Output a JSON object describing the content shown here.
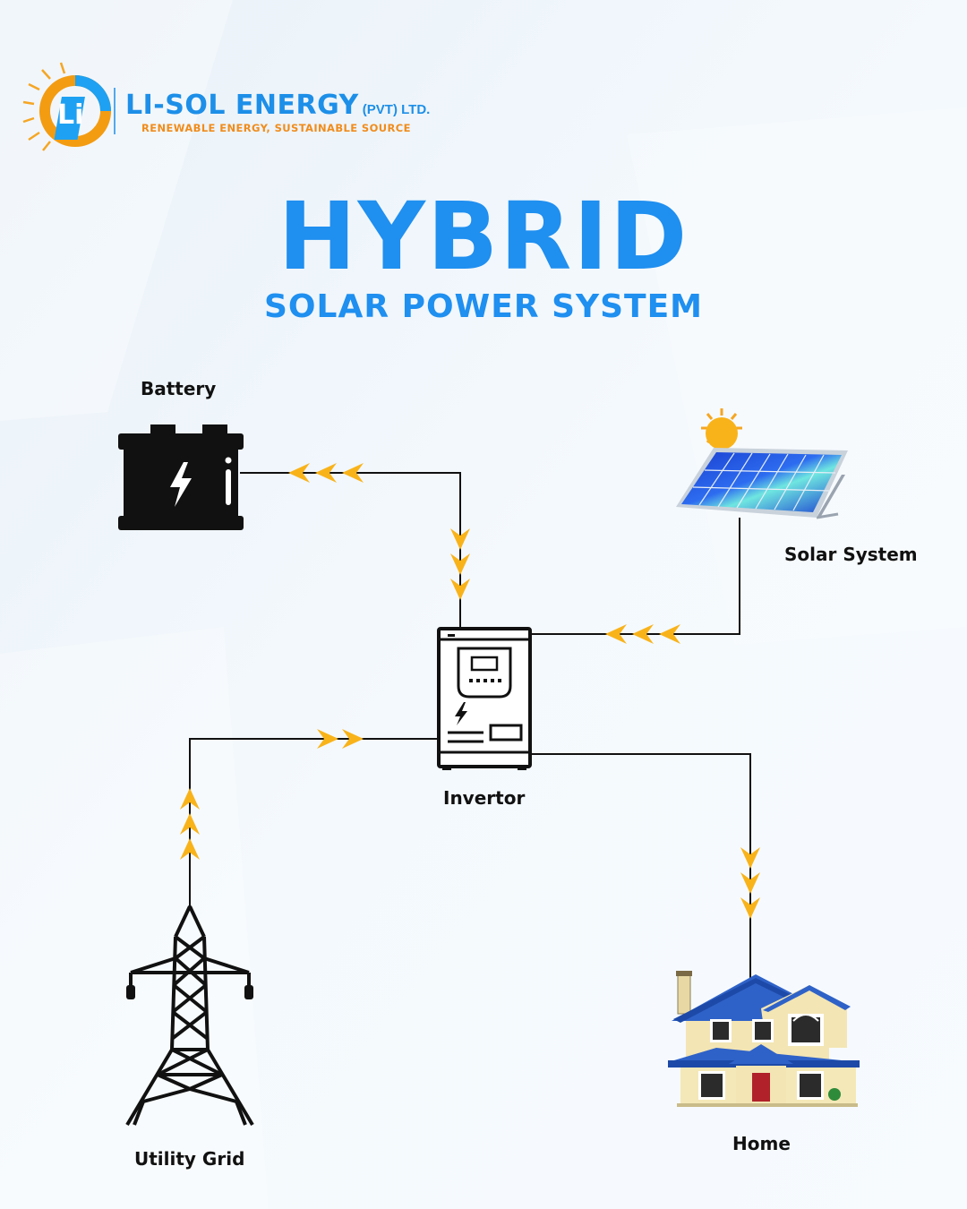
{
  "brand": {
    "name": "LI-SOL ENERGY",
    "suffix": "(PVT) LTD.",
    "tagline": "RENEWABLE ENERGY, SUSTAINABLE SOURCE",
    "logo_letters": "Li"
  },
  "title": "HYBRID",
  "subtitle": "SOLAR POWER SYSTEM",
  "nodes": {
    "battery": "Battery",
    "solar": "Solar System",
    "inverter": "Invertor",
    "grid": "Utility Grid",
    "home": "Home"
  },
  "flows": [
    {
      "from": "inverter",
      "to": "battery"
    },
    {
      "from": "battery",
      "to": "inverter"
    },
    {
      "from": "solar",
      "to": "inverter"
    },
    {
      "from": "grid",
      "to": "inverter"
    },
    {
      "from": "inverter",
      "to": "home"
    }
  ],
  "colors": {
    "accent_blue": "#1f8ff0",
    "accent_orange": "#f08c1c",
    "arrow": "#f9b31a",
    "line": "#111111"
  }
}
